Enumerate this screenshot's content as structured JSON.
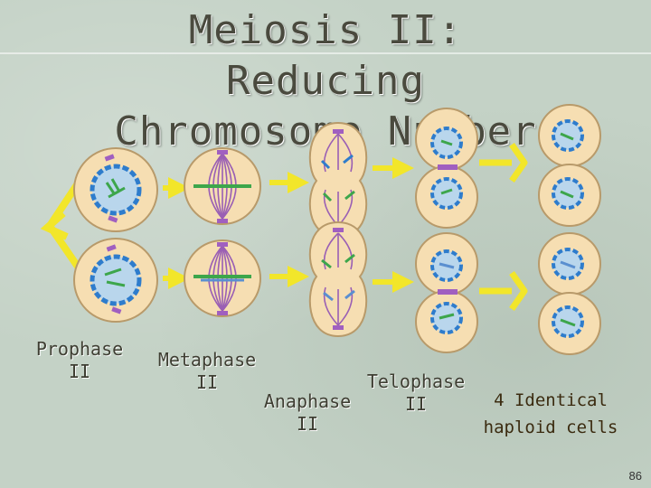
{
  "title": {
    "line1": "Meiosis II: Reducing",
    "line2": "Chromosome Number"
  },
  "stages": [
    {
      "line1": "Prophase",
      "line2": "II"
    },
    {
      "line1": "Metaphase",
      "line2": "II"
    },
    {
      "line1": "Anaphase",
      "line2": "II"
    },
    {
      "line1": "Telophase",
      "line2": "II"
    }
  ],
  "result": {
    "line1": "4 Identical",
    "line2": "haploid cells"
  },
  "page_number": "86",
  "colors": {
    "background": "#c4d2c6",
    "cell_fill": "#f6deb2",
    "cell_border": "#b89a6a",
    "nucleus": "#2e7ccc",
    "spindle": "#9a5fb4",
    "arrow": "#f2e62a",
    "chromosome_green": "#3da64b",
    "chromosome_blue": "#5a8fd0"
  }
}
